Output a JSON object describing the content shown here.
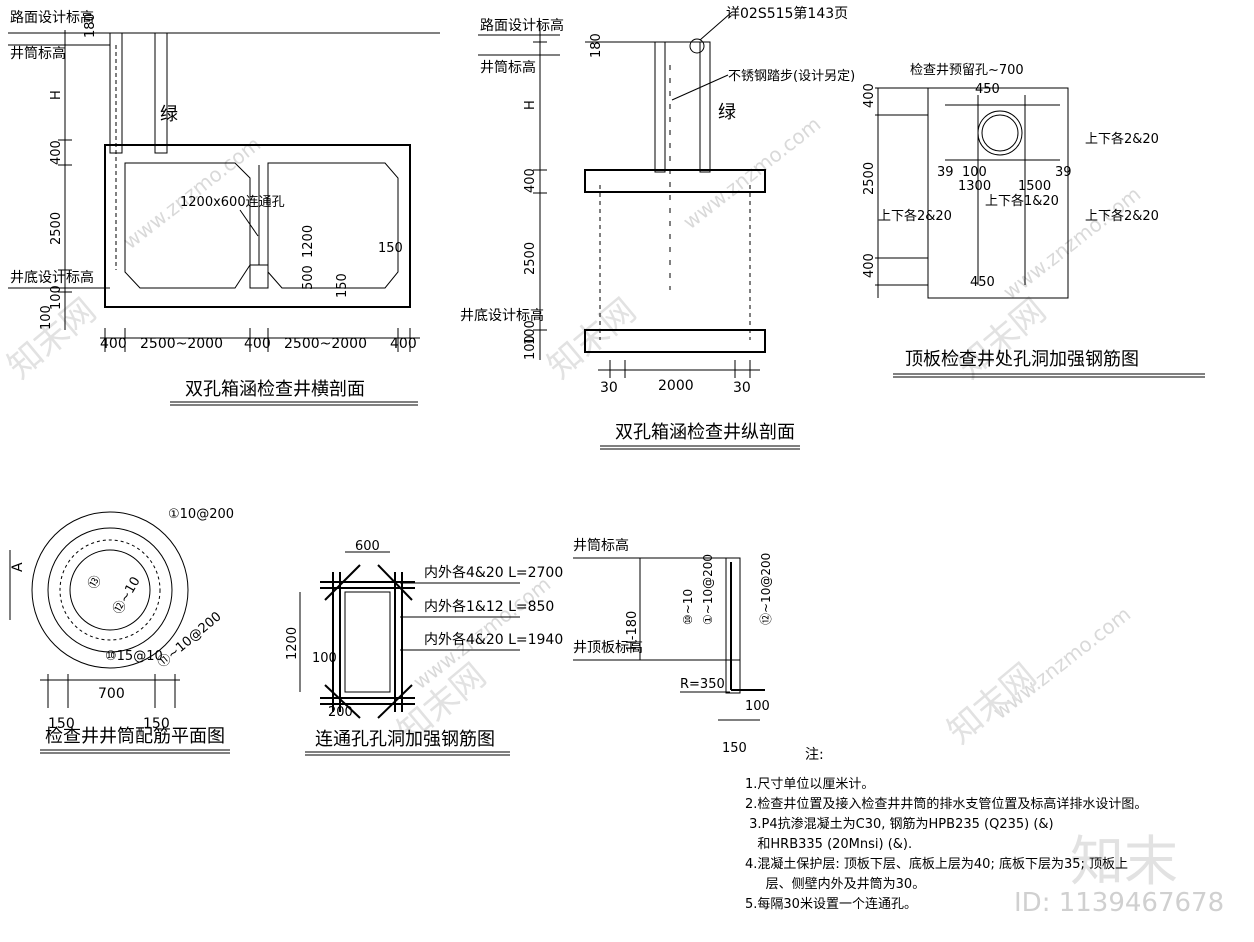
{
  "watermark": {
    "site": "www.znzmo.com",
    "brand": "知末网",
    "logo": "知末",
    "id": "ID: 1139467678"
  },
  "view1": {
    "title": "双孔箱涵检查井横剖面",
    "road_level": "路面设计标高",
    "shaft_level": "井筒标高",
    "bottom_level": "井底设计标高",
    "green_mark": "绿",
    "link_hole": "1200x600连通孔",
    "dims": {
      "d180": "180",
      "H": "H",
      "d400": "400",
      "d2500": "2500",
      "d100a": "100",
      "d100b": "100",
      "d1200": "1200",
      "d500": "500",
      "d150a": "150",
      "d150b": "150",
      "b400a": "400",
      "b2500a": "2500~2000",
      "b400b": "400",
      "b2500b": "2500~2000",
      "b400c": "400"
    }
  },
  "view2": {
    "title": "双孔箱涵检查井纵剖面",
    "road_level": "路面设计标高",
    "shaft_level": "井筒标高",
    "bottom_level": "井底设计标高",
    "detail_ref": "详02S515第143页",
    "step_note": "不锈钢踏步(设计另定)",
    "green_mark": "绿",
    "dims": {
      "d180": "180",
      "H": "H",
      "d400": "400",
      "d2500": "2500",
      "d100a": "100",
      "d100b": "100",
      "b30a": "30",
      "b2000": "2000",
      "b30b": "30"
    }
  },
  "view3": {
    "title": "顶板检查井处孔洞加强钢筋图",
    "hole_note": "检查井预留孔~700",
    "bar_note1": "上下各2&20",
    "bar_note2": "上下各2&20",
    "bar_note3": "上下各1&20",
    "bar_note4": "上下各2&20",
    "dims": {
      "d450a": "450",
      "d400a": "400",
      "d2500": "2500",
      "d400b": "400",
      "d450b": "450",
      "d39a": "39",
      "d100": "100",
      "d39b": "39",
      "d1300": "1300",
      "d1500": "1500"
    }
  },
  "view4": {
    "title": "检查井井筒配筋平面图",
    "label_A": "A",
    "bars": {
      "b1": "①10@200",
      "b2": "⑫~10",
      "b3": "⑬",
      "b4": "⑩15@10",
      "b5": "⑪~10@200"
    },
    "dims": {
      "d700": "700",
      "d150a": "150",
      "d150b": "150"
    }
  },
  "view5": {
    "title": "连通孔孔洞加强钢筋图",
    "bar1": "内外各4&20  L=2700",
    "bar2": "内外各1&12   L=850",
    "bar3": "内外各4&20  L=1940",
    "dims": {
      "d600": "600",
      "d1200": "1200",
      "d100": "100",
      "d200": "200"
    }
  },
  "view6": {
    "shaft_level": "井筒标高",
    "roof_level": "井顶板标高",
    "bars": {
      "b1": "⑩~10",
      "b2": "①~10@200",
      "b3": "⑫~10@200"
    },
    "dims": {
      "H180": "H-180",
      "R350": "R=350",
      "d100": "100",
      "d150": "150"
    }
  },
  "notes": {
    "heading": "注:",
    "items": [
      "1.尺寸单位以厘米计。",
      "2.检查井位置及接入检查井井筒的排水支管位置及标高详排水设计图。",
      " 3.P4抗渗混凝土为C30, 钢筋为HPB235 (Q235) (&)",
      "   和HRB335 (20Mnsi) (&).",
      "4.混凝土保护层: 顶板下层、底板上层为40; 底板下层为35; 顶板上",
      "     层、侧壁内外及井筒为30。",
      "5.每隔30米设置一个连通孔。"
    ]
  }
}
